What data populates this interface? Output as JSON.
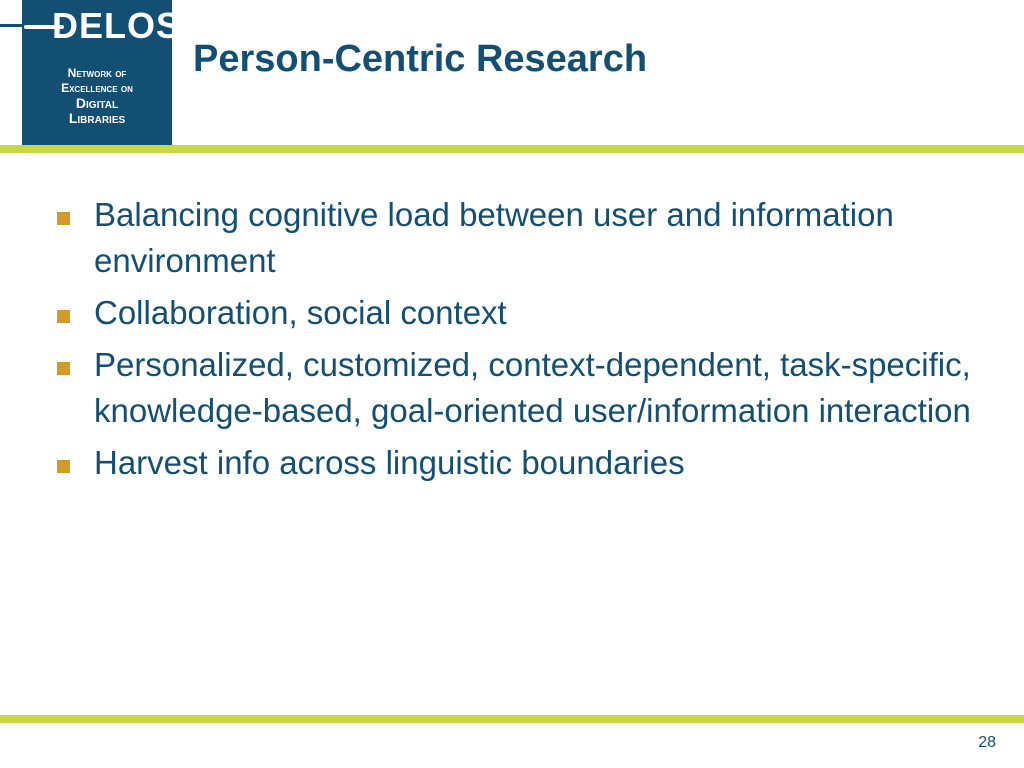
{
  "logo": {
    "word": "DELOS",
    "tagline": [
      "Network of",
      "Excellence on",
      "Digital",
      "Libraries"
    ]
  },
  "slide": {
    "title": "Person-Centric Research",
    "bullets": [
      "Balancing cognitive load between user and information environment",
      "Collaboration, social context",
      "Personalized, customized, context-dependent, task-specific, knowledge-based, goal-oriented user/information interaction",
      "Harvest info across linguistic boundaries"
    ],
    "page_number": "28"
  },
  "colors": {
    "brand_blue": "#124f72",
    "accent_green": "#c6d843",
    "bullet_orange": "#d29a27"
  }
}
